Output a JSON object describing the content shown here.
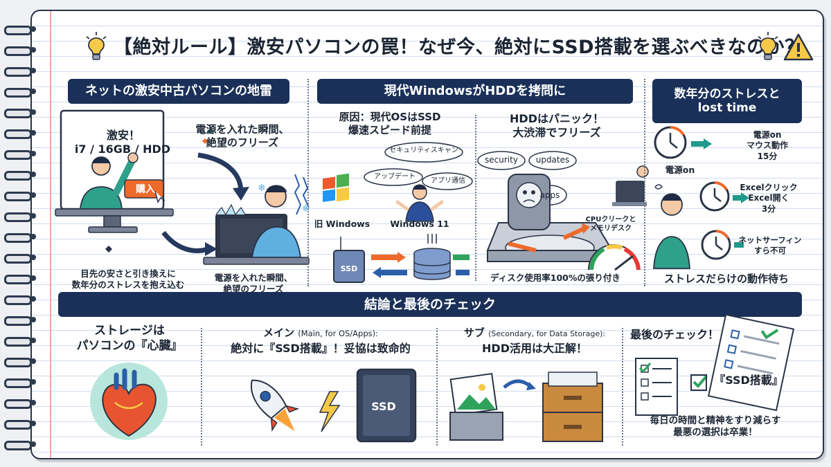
{
  "title": "【絶対ルール】激安パソコンの罠！なぜ今、絶対にSSD搭載を選ぶべきなのか？",
  "section1": {
    "heading": "ネットの激安中古パソコンの地雷",
    "card_line1": "激安！",
    "card_line2": "i7 / 16GB / HDD",
    "buy_button": "購入",
    "freeze_caption_top": "電源を入れた瞬間、\n絶望のフリーズ",
    "caption_left": "目先の安さと引き換えに\n数年分のストレスを抱え込む",
    "freeze_caption_bottom": "電源を入れた瞬間、\n絶望のフリーズ"
  },
  "section2": {
    "heading": "現代WindowsがHDDを拷問に",
    "cause_text": "原因：現代OSはSSD\n爆速スピード前提",
    "bubble_security": "セキュリティスキャン",
    "bubble_update": "アップデート",
    "bubble_app": "アプリ通信",
    "old_windows": "旧 Windows",
    "win11": "Windows 11",
    "ssd_label": "SSD",
    "panic_text": "HDDはパニック！\n大渋滞でフリーズ",
    "tag_security": "security",
    "tag_updates": "updates",
    "tag_apps": "apps",
    "cpu_note": "CPUクリークと\nメモリデスク",
    "disk_caption": "ディスク使用率100%の張り付き"
  },
  "section3": {
    "heading": "数年分のストレスと\nlost time",
    "power_on": "電源on",
    "row1": "電源on\nマウス動作\n15分",
    "row2": "Excelクリック\nExcel開く\n3分",
    "row3": "ネットサーフィン\nすら不可",
    "caption": "ストレスだらけの動作待ち"
  },
  "conclusion": {
    "heading": "結論と最後のチェック",
    "storage_title": "ストレージは\nパソコンの『心臓』",
    "main_prefix": "メイン",
    "main_sub": "(Main, for OS/Apps):",
    "main_text": "絶対に『SSD搭載』！妥協は致命的",
    "ssd_label": "SSD",
    "sub_prefix": "サブ",
    "sub_sub": "(Secondary, for Data Storage):",
    "sub_text": "HDD活用は大正解！",
    "final_title": "最後のチェック！",
    "final_check": "『SSD搭載』",
    "final_caption": "毎日の時間と精神をすり減らす\n最悪の選択は卒業！"
  },
  "colors": {
    "navy": "#1a3058",
    "orange": "#ee6a2b",
    "teal": "#1f9a8c",
    "blue": "#2b5ea8",
    "green": "#2fa35b"
  }
}
